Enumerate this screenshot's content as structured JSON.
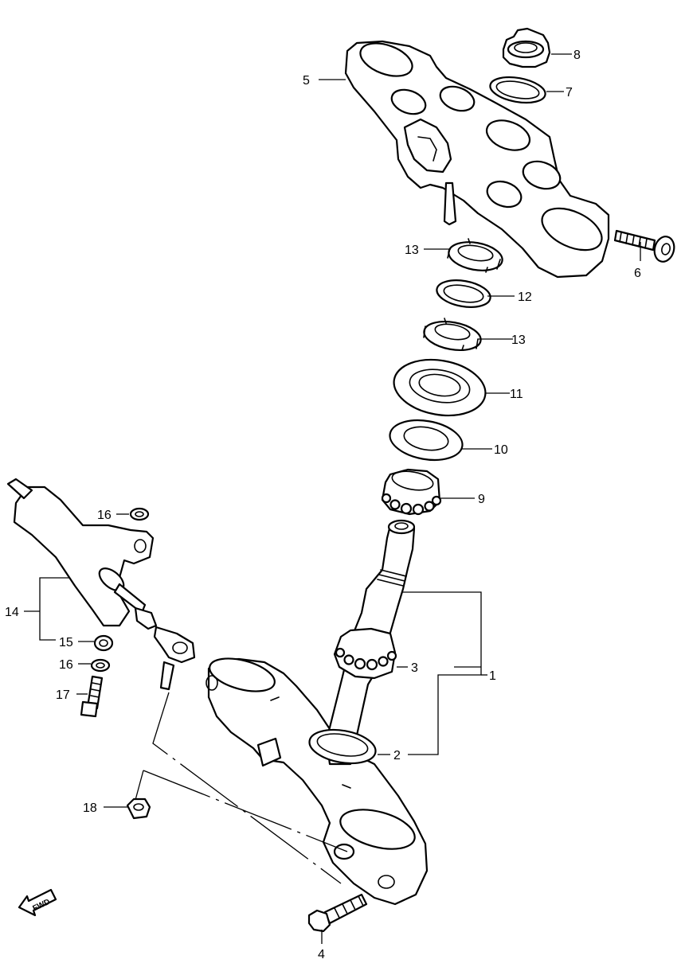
{
  "diagram": {
    "callouts": {
      "c1": "1",
      "c2": "2",
      "c3": "3",
      "c4": "4",
      "c5": "5",
      "c6": "6",
      "c7": "7",
      "c8": "8",
      "c9": "9",
      "c10": "10",
      "c11": "11",
      "c12": "12",
      "c13a": "13",
      "c13b": "13",
      "c14": "14",
      "c15": "15",
      "c16a": "16",
      "c16b": "16",
      "c17": "17",
      "c18": "18"
    },
    "direction_marker": "FWD"
  }
}
